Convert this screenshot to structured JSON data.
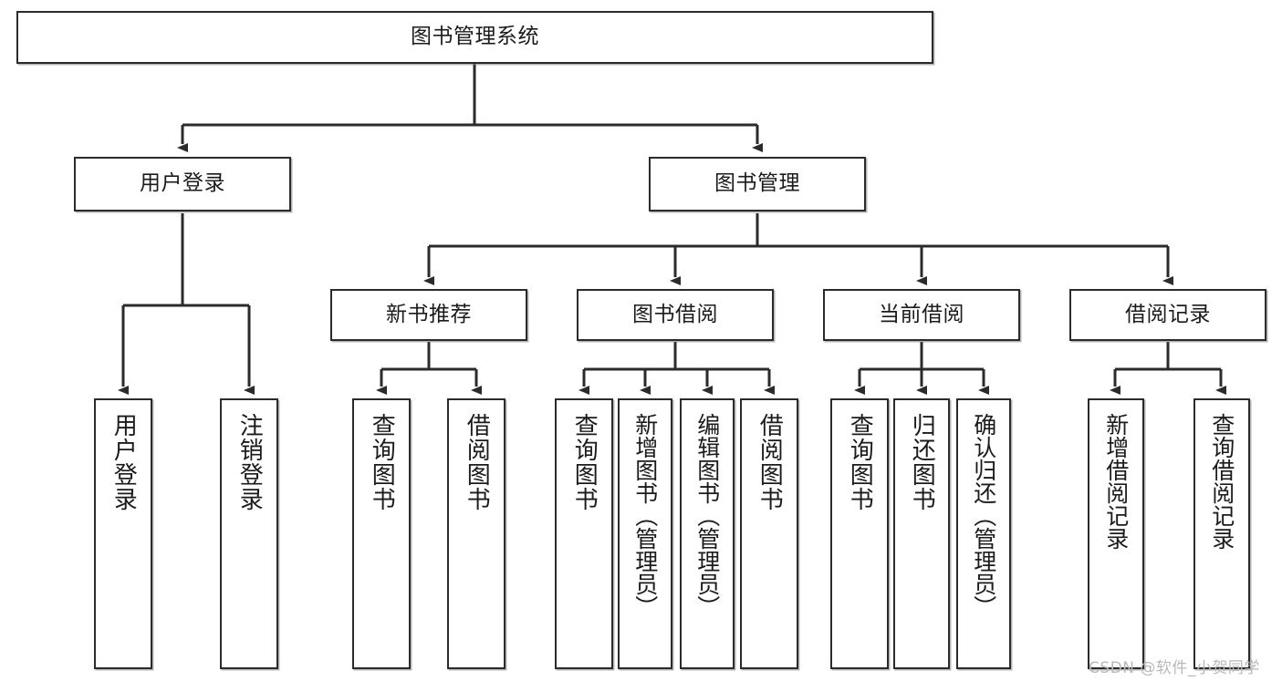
{
  "diagram": {
    "title": "图书管理系统",
    "type": "tree-hierarchy-chart",
    "root": {
      "label": "图书管理系统"
    },
    "level2": [
      {
        "label": "用户登录"
      },
      {
        "label": "图书管理"
      }
    ],
    "level3": [
      {
        "label": "新书推荐"
      },
      {
        "label": "图书借阅"
      },
      {
        "label": "当前借阅"
      },
      {
        "label": "借阅记录"
      }
    ],
    "leaves": {
      "user_login": [
        {
          "label": "用户登录"
        },
        {
          "label": "注销登录"
        }
      ],
      "new_book_recommend": [
        {
          "label": "查询图书"
        },
        {
          "label": "借阅图书"
        }
      ],
      "book_borrow": [
        {
          "label": "查询图书"
        },
        {
          "label": "新增图书（管理员）"
        },
        {
          "label": "编辑图书（管理员）"
        },
        {
          "label": "借阅图书"
        }
      ],
      "current_borrow": [
        {
          "label": "查询图书"
        },
        {
          "label": "归还图书"
        },
        {
          "label": "确认归还（管理员）"
        }
      ],
      "borrow_record": [
        {
          "label": "新增借阅记录"
        },
        {
          "label": "查询借阅记录"
        }
      ]
    }
  },
  "watermark": {
    "text": "CSDN @软件_小贺同学"
  },
  "colors": {
    "box_border": "#2b2b2b",
    "box_fill": "#ffffff",
    "line": "#2b2b2b",
    "text": "#1b1b1b",
    "watermark": "#b9b9b9"
  }
}
